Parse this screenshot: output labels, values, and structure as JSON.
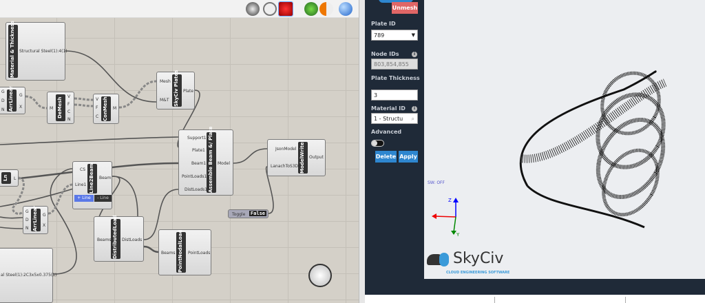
{
  "toolbar": {
    "icons": [
      "ghost-preview-icon",
      "wireframe-preview-icon",
      "shaded-preview-icon",
      "selected-preview-icon",
      "color-preview-icon",
      "sphere-display-icon"
    ]
  },
  "nodes": {
    "material": {
      "title": "Material & Thickness",
      "output": "Structural Steel(1):4(1)"
    },
    "arrlinear1": {
      "title": "ArrLinear",
      "inputs": [
        "G",
        "D",
        "N"
      ],
      "outputs": [
        "G",
        "X"
      ]
    },
    "demesh": {
      "title": "DeMesh",
      "inputs": [
        "M"
      ],
      "outputs": [
        "V",
        "F",
        "C",
        "N"
      ]
    },
    "conmesh": {
      "title": "ConMesh",
      "inputs": [
        "V",
        "F",
        "C"
      ],
      "outputs": [
        "M"
      ]
    },
    "plates": {
      "title": "SkyCiv Plates",
      "inputs": [
        "Mesh",
        "M&T"
      ],
      "outputs": [
        "Plate"
      ]
    },
    "assemble": {
      "title": "Assemble Beam &/ Plate",
      "inputs": [
        "Support1",
        "Plate1",
        "Beam1",
        "PointLoads1",
        "DistLoads1"
      ],
      "outputs": [
        "Model"
      ]
    },
    "writer": {
      "title": "ModelWriter",
      "inputs": [
        "JsonModel",
        "LanachToS3D"
      ],
      "outputs": [
        "Output"
      ]
    },
    "toggle": {
      "label": "Toggle",
      "value": "False"
    },
    "ln": {
      "title": "Ln",
      "outputs": [
        "L"
      ]
    },
    "line2beam": {
      "title": "Line2Beam",
      "inputs": [
        "CS",
        "Line1"
      ],
      "outputs": [
        "Beam"
      ],
      "add": "+ Line",
      "remove": "- Line"
    },
    "arrlinear2": {
      "title": "ArrLinear",
      "inputs": [
        "G",
        "D",
        "N"
      ],
      "outputs": [
        "G",
        "X"
      ]
    },
    "distload": {
      "title": "DistributedLoad",
      "inputs": [
        "Beams"
      ],
      "outputs": [
        "DistLoads"
      ]
    },
    "pointload": {
      "title": "PointNodalLoad",
      "inputs": [
        "Beams"
      ],
      "outputs": [
        "PointLoads"
      ]
    },
    "section": {
      "output": "al Steel(1):2C3x5x0.375(1)"
    }
  },
  "panel": {
    "unmesh": "Unmesh",
    "plate_id_label": "Plate ID",
    "plate_id": "789",
    "node_ids_label": "Node IDs",
    "node_ids": "803,854,855",
    "thickness_label": "Plate Thickness",
    "thickness": "3",
    "material_label": "Material ID",
    "material": "1 - Structu",
    "advanced_label": "Advanced",
    "advanced_on": false,
    "delete": "Delete",
    "apply": "Apply"
  },
  "viewport": {
    "sw": "SW: OFF",
    "axis_z": "Z",
    "axis_y": "Y",
    "logo": "SkyCiv",
    "tagline": "CLOUD ENGINEERING SOFTWARE"
  },
  "colors": {
    "unmesh": "#e06666",
    "button": "#2e86cf",
    "panel": "#1f2a38"
  }
}
